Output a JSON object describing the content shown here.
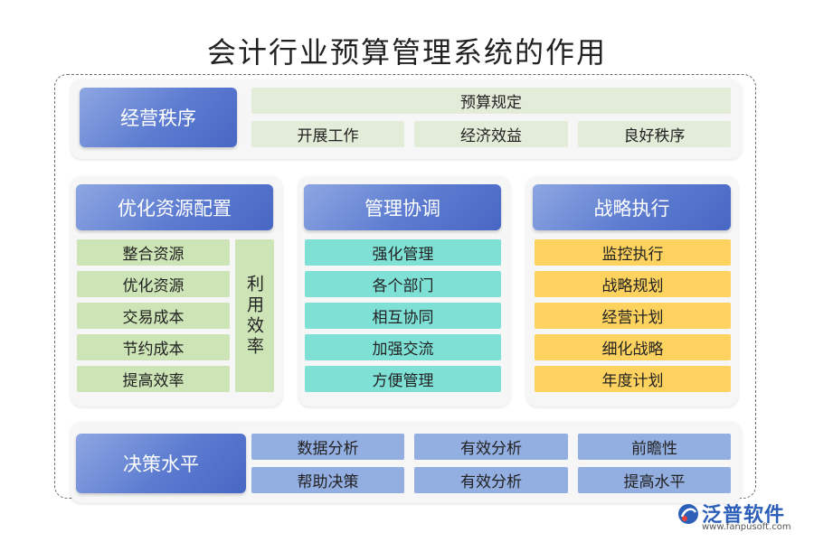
{
  "title": "会计行业预算管理系统的作用",
  "top": {
    "head": "经营秩序",
    "banner": "预算规定",
    "items": [
      "开展工作",
      "经济效益",
      "良好秩序"
    ]
  },
  "resources": {
    "head": "优化资源配置",
    "items": [
      "整合资源",
      "优化资源",
      "交易成本",
      "节约成本",
      "提高效率"
    ],
    "side": "利用效率"
  },
  "coord": {
    "head": "管理协调",
    "items": [
      "强化管理",
      "各个部门",
      "相互协同",
      "加强交流",
      "方便管理"
    ]
  },
  "strategy": {
    "head": "战略执行",
    "items": [
      "监控执行",
      "战略规划",
      "经营计划",
      "细化战略",
      "年度计划"
    ]
  },
  "decision": {
    "head": "决策水平",
    "row1": [
      "数据分析",
      "有效分析",
      "前瞻性"
    ],
    "row2": [
      "帮助决策",
      "有效分析",
      "提高水平"
    ]
  },
  "logo": {
    "name": "泛普软件",
    "url": "www.fanpusoft.com"
  },
  "colors": {
    "head_gradient": [
      "#8ea7e2",
      "#4767c4"
    ],
    "green": "#cde4b6",
    "teal": "#7fe0d6",
    "gold": "#fdd25e",
    "blue": "#93aee0"
  }
}
